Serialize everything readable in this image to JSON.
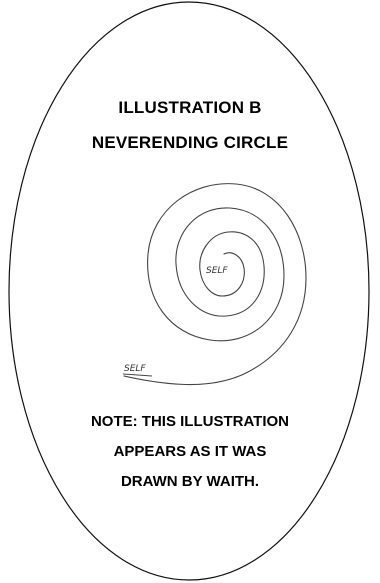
{
  "title": {
    "line1": "ILLUSTRATION B",
    "line2": "NEVERENDING CIRCLE"
  },
  "diagram": {
    "center_label": "SELF",
    "outer_label": "SELF"
  },
  "note": {
    "line1": "NOTE: THIS ILLUSTRATION",
    "line2": "APPEARS AS IT WAS",
    "line3": "DRAWN BY WAITH."
  }
}
